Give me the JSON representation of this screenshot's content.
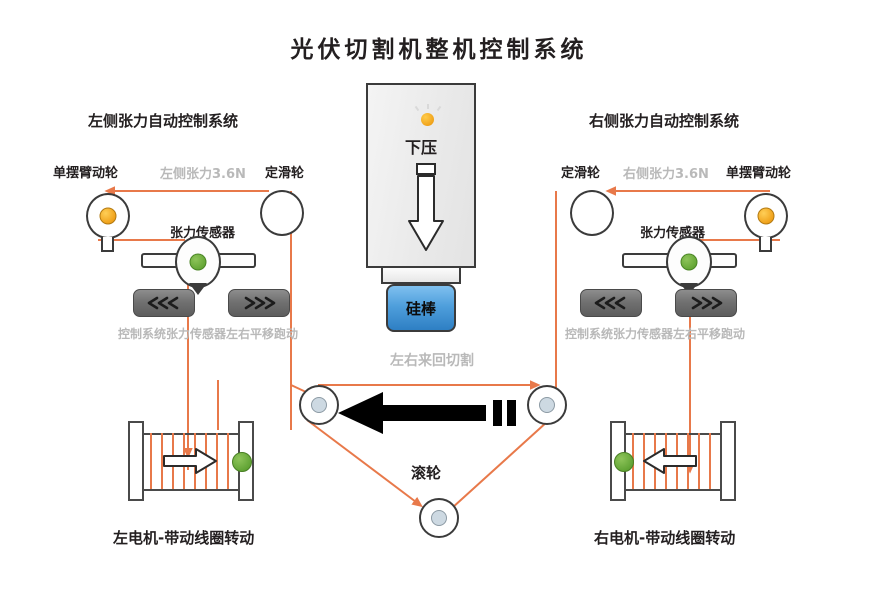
{
  "title": "光伏切割机整机控制系统",
  "head_unit": {
    "press_label": "下压",
    "indicator": "status-led",
    "rod_label": "硅棒"
  },
  "left_system": {
    "system_title": "左侧张力自动控制系统",
    "swing_arm_pulley": "单摆臂动轮",
    "tension_value": "左侧张力3.6N",
    "fixed_pulley": "定滑轮",
    "tension_sensor": "张力传感器",
    "btn_left": "《《",
    "btn_right": "》》",
    "hint": "控制系统张力传感器左右平移跑动",
    "motor_label": "左电机-带动线圈转动"
  },
  "right_system": {
    "system_title": "右侧张力自动控制系统",
    "fixed_pulley": "定滑轮",
    "tension_value": "右侧张力3.6N",
    "swing_arm_pulley": "单摆臂动轮",
    "tension_sensor": "张力传感器",
    "btn_left": "《《",
    "btn_right": "》》",
    "hint": "控制系统张力传感器左右平移跑动",
    "motor_label": "右电机-带动线圈转动"
  },
  "center": {
    "cut_label": "左右来回切割",
    "roller_label": "滚轮"
  },
  "colors": {
    "wire": "#e8794a",
    "outline": "#3b3b3b",
    "text": "#231f20",
    "muted_text": "#b9b9b9",
    "rod_blue": "#4f9fdc",
    "sensor_green": "#63a534",
    "led_orange": "#f0a31b",
    "button_gray": "#717171"
  }
}
